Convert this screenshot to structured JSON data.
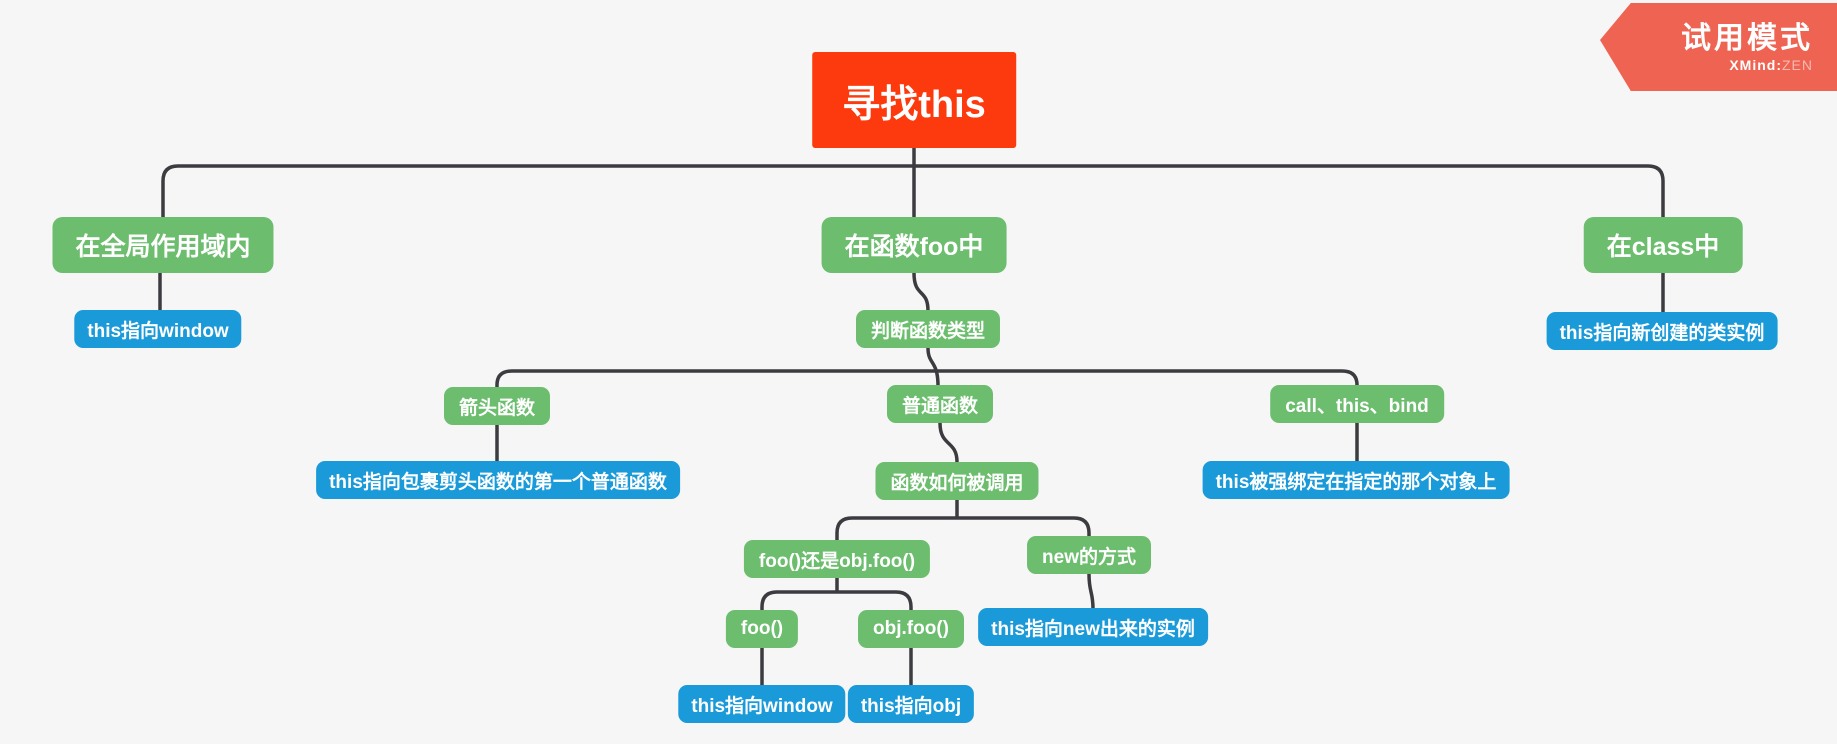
{
  "badge": {
    "title": "试用模式",
    "brand_bold": "XMind",
    "brand_colon": ":",
    "brand_light": "ZEN"
  },
  "colors": {
    "background": "#f6f6f6",
    "root_bg": "#fd3a0e",
    "branch_bg": "#6cbd6e",
    "leaf_bg": "#1b9ad9",
    "connector": "#3b3b40",
    "badge_bg": "#ee6351",
    "text": "#ffffff"
  },
  "map": {
    "nodes": {
      "root": {
        "label": "寻找this"
      },
      "global_scope": {
        "label": "在全局作用域内"
      },
      "global_this_window": {
        "label": "this指向window"
      },
      "in_function_foo": {
        "label": "在函数foo中"
      },
      "judge_function_type": {
        "label": "判断函数类型"
      },
      "arrow_function": {
        "label": "箭头函数"
      },
      "arrow_this": {
        "label": "this指向包裹剪头函数的第一个普通函数"
      },
      "normal_function": {
        "label": "普通函数"
      },
      "how_called": {
        "label": "函数如何被调用"
      },
      "foo_or_objfoo": {
        "label": "foo()还是obj.foo()"
      },
      "foo_call": {
        "label": "foo()"
      },
      "objfoo_call": {
        "label": "obj.foo()"
      },
      "foo_this_window": {
        "label": "this指向window"
      },
      "objfoo_this_obj": {
        "label": "this指向obj"
      },
      "new_way": {
        "label": "new的方式"
      },
      "new_this": {
        "label": "this指向new出来的实例"
      },
      "call_this_bind": {
        "label": "call、this、bind"
      },
      "bind_this": {
        "label": "this被强绑定在指定的那个对象上"
      },
      "in_class": {
        "label": "在class中"
      },
      "class_this": {
        "label": "this指向新创建的类实例"
      }
    }
  }
}
